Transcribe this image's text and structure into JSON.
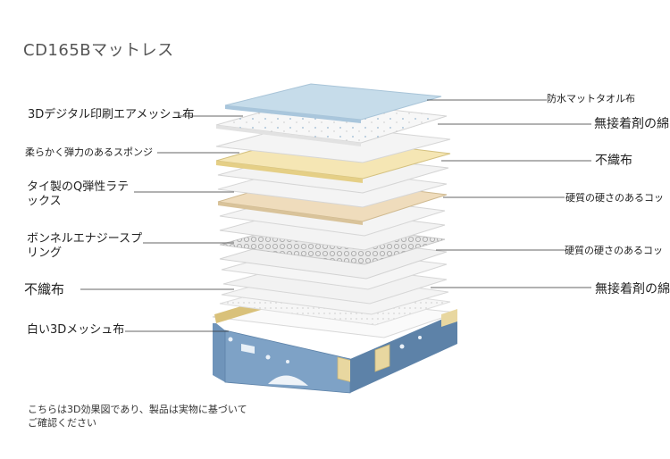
{
  "title": "CD165Bマットレス",
  "left_labels": [
    "3Dデジタル印刷エアメッシュ布",
    "柔らかく弾力のあるスポンジ",
    "タイ製のQ弾性ラテ\nックス",
    "ボンネルエナジースプ\nリング",
    "不織布",
    "白い3Dメッシュ布"
  ],
  "right_labels": [
    "防水マットタオル布",
    "無接着剤の綿",
    "不織布",
    "硬質の硬さのあるコッ",
    "硬質の硬さのあるコッ",
    "無接着剤の綿"
  ],
  "footnote": "こちらは3D効果図であり、製品は実物に基づいて\nご確認ください",
  "colors": {
    "top_sheet": "#c6dcea",
    "white_layer": "#f3f3f3",
    "sponge": "#f5e6b4",
    "latex": "#efdcbc",
    "spring": "#e4e4e4",
    "base_blue": "#6f94ba",
    "base_gold": "#e8d7a0"
  }
}
